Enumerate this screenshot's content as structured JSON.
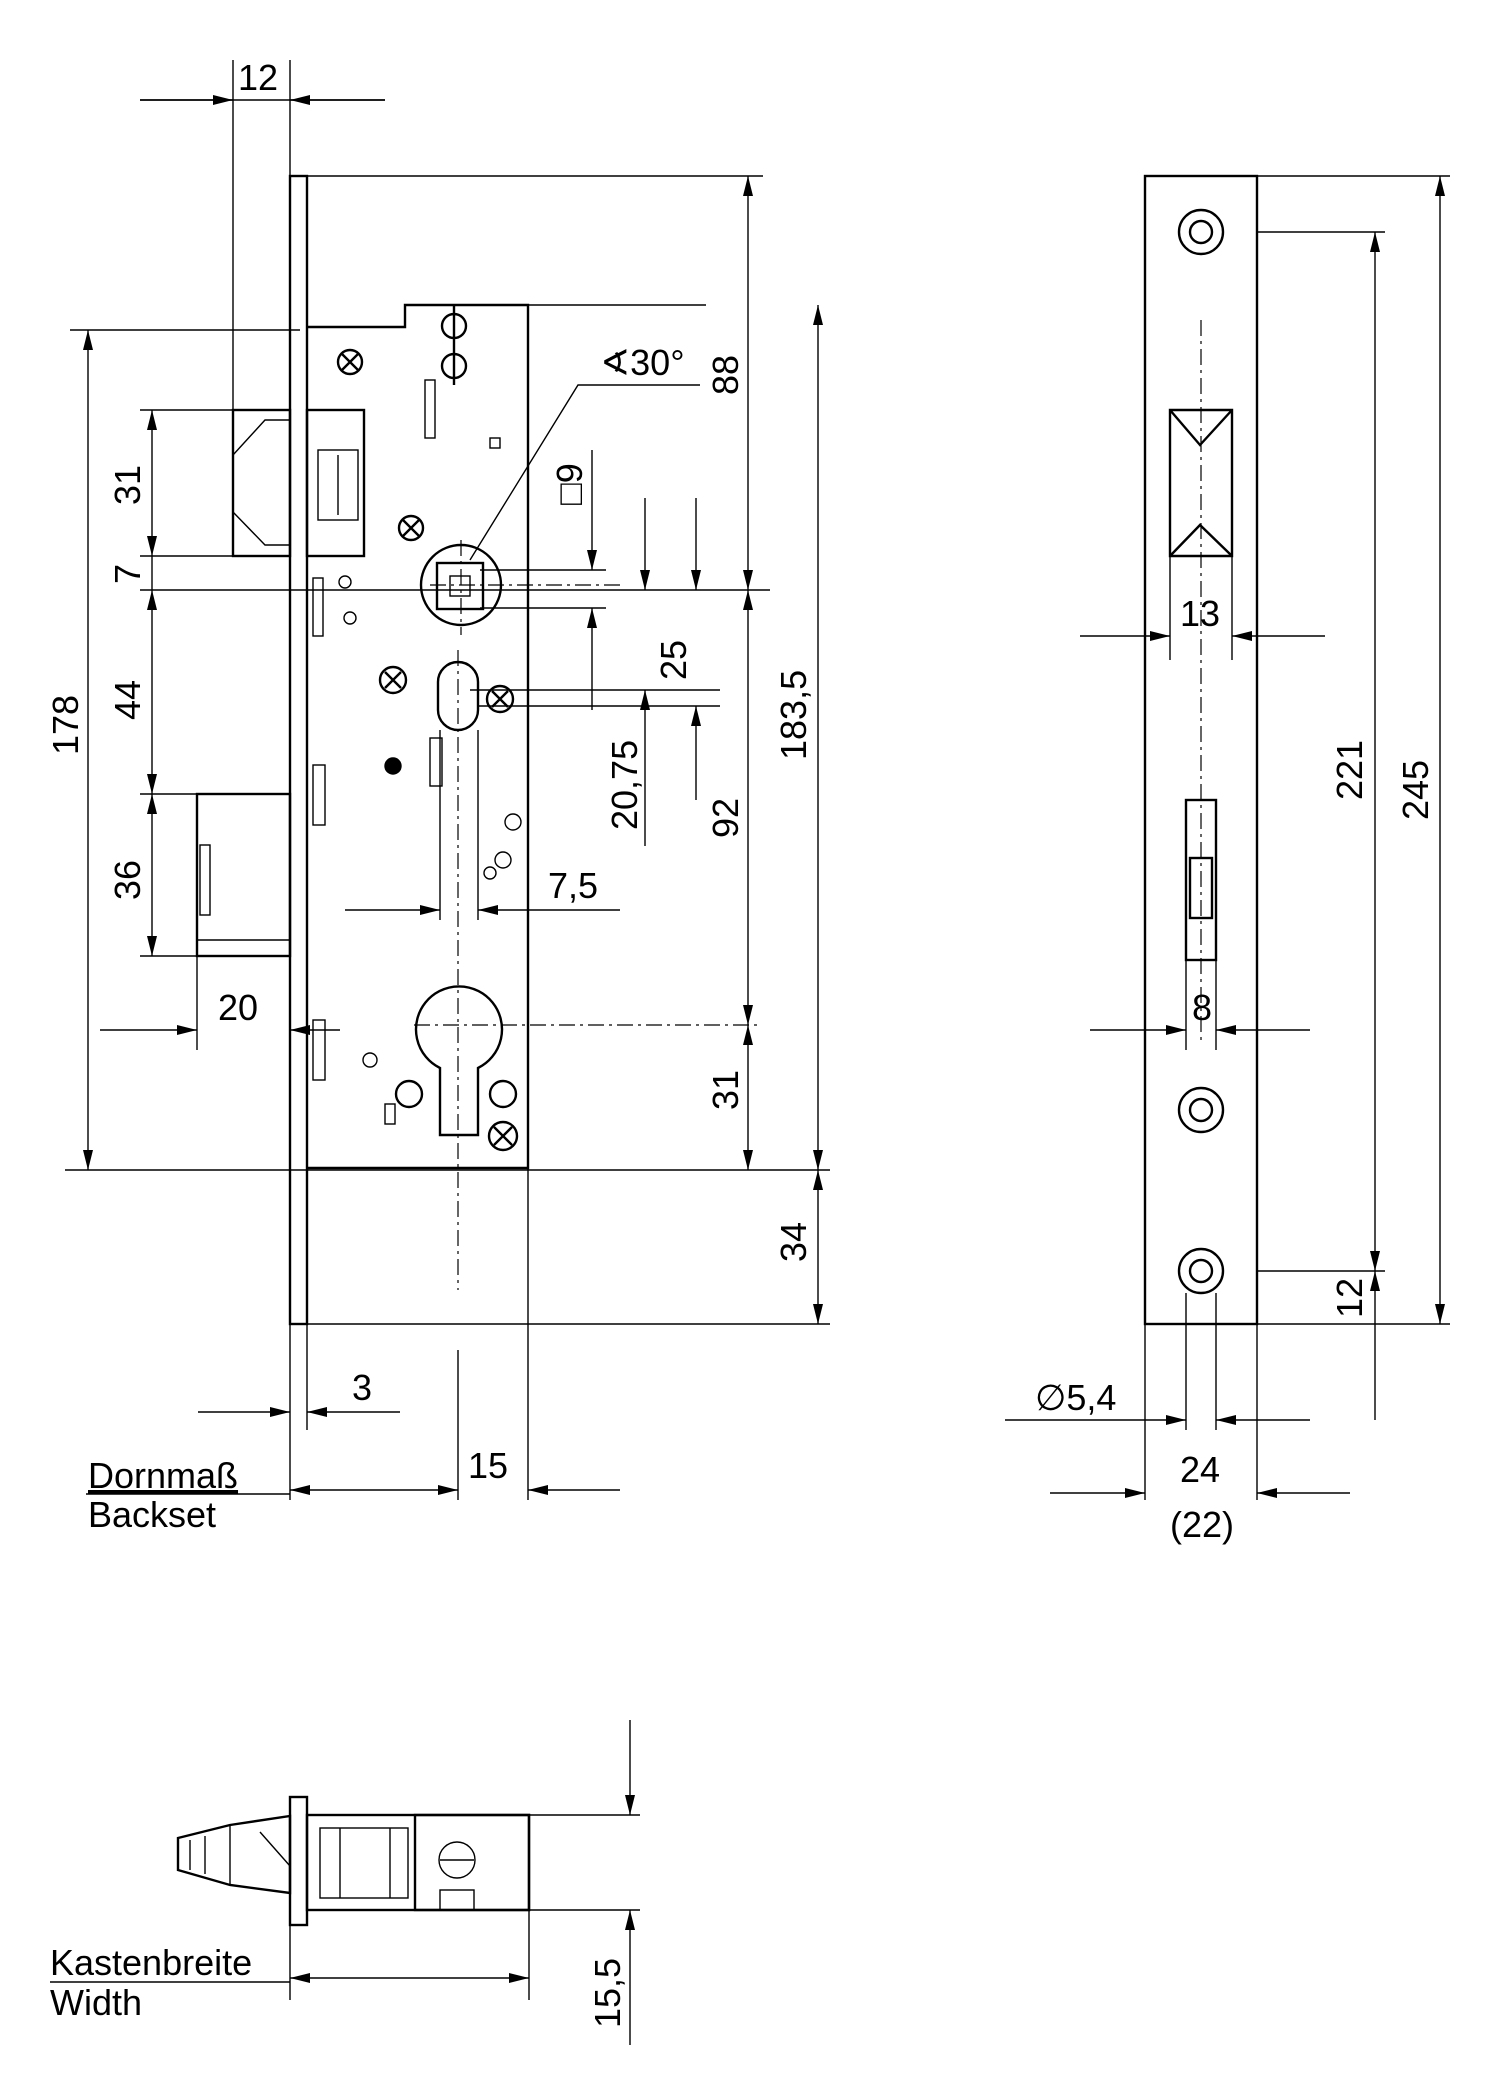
{
  "front_view": {
    "dims": {
      "top_offset": "12",
      "latch_height": "31",
      "offset_7": "7",
      "handle_to_deadbolt": "44",
      "deadbolt_height": "36",
      "overall_178": "178",
      "deadbolt_throw": "20",
      "faceplate_thickness": "3",
      "cylinder_offset": "15",
      "angle": "∢30°",
      "follower_square": "□9",
      "dim_88": "88",
      "dim_25": "25",
      "dim_2075": "20,75",
      "dim_92": "92",
      "dim_1835": "183,5",
      "dim_31_bottom": "31",
      "dim_34": "34",
      "dim_75": "7,5"
    },
    "backset_label_de": "Dornmaß",
    "backset_label_en": "Backset"
  },
  "side_view": {
    "dims": {
      "latch_width": "13",
      "bolt_width": "8",
      "overall_245": "245",
      "hole_spacing_221": "221",
      "hole_offset_12": "12",
      "hole_diameter": "∅5,4",
      "plate_width": "24",
      "plate_width_alt": "(22)"
    }
  },
  "top_view": {
    "dims": {
      "case_depth": "15,5"
    },
    "width_label_de": "Kastenbreite",
    "width_label_en": "Width"
  }
}
